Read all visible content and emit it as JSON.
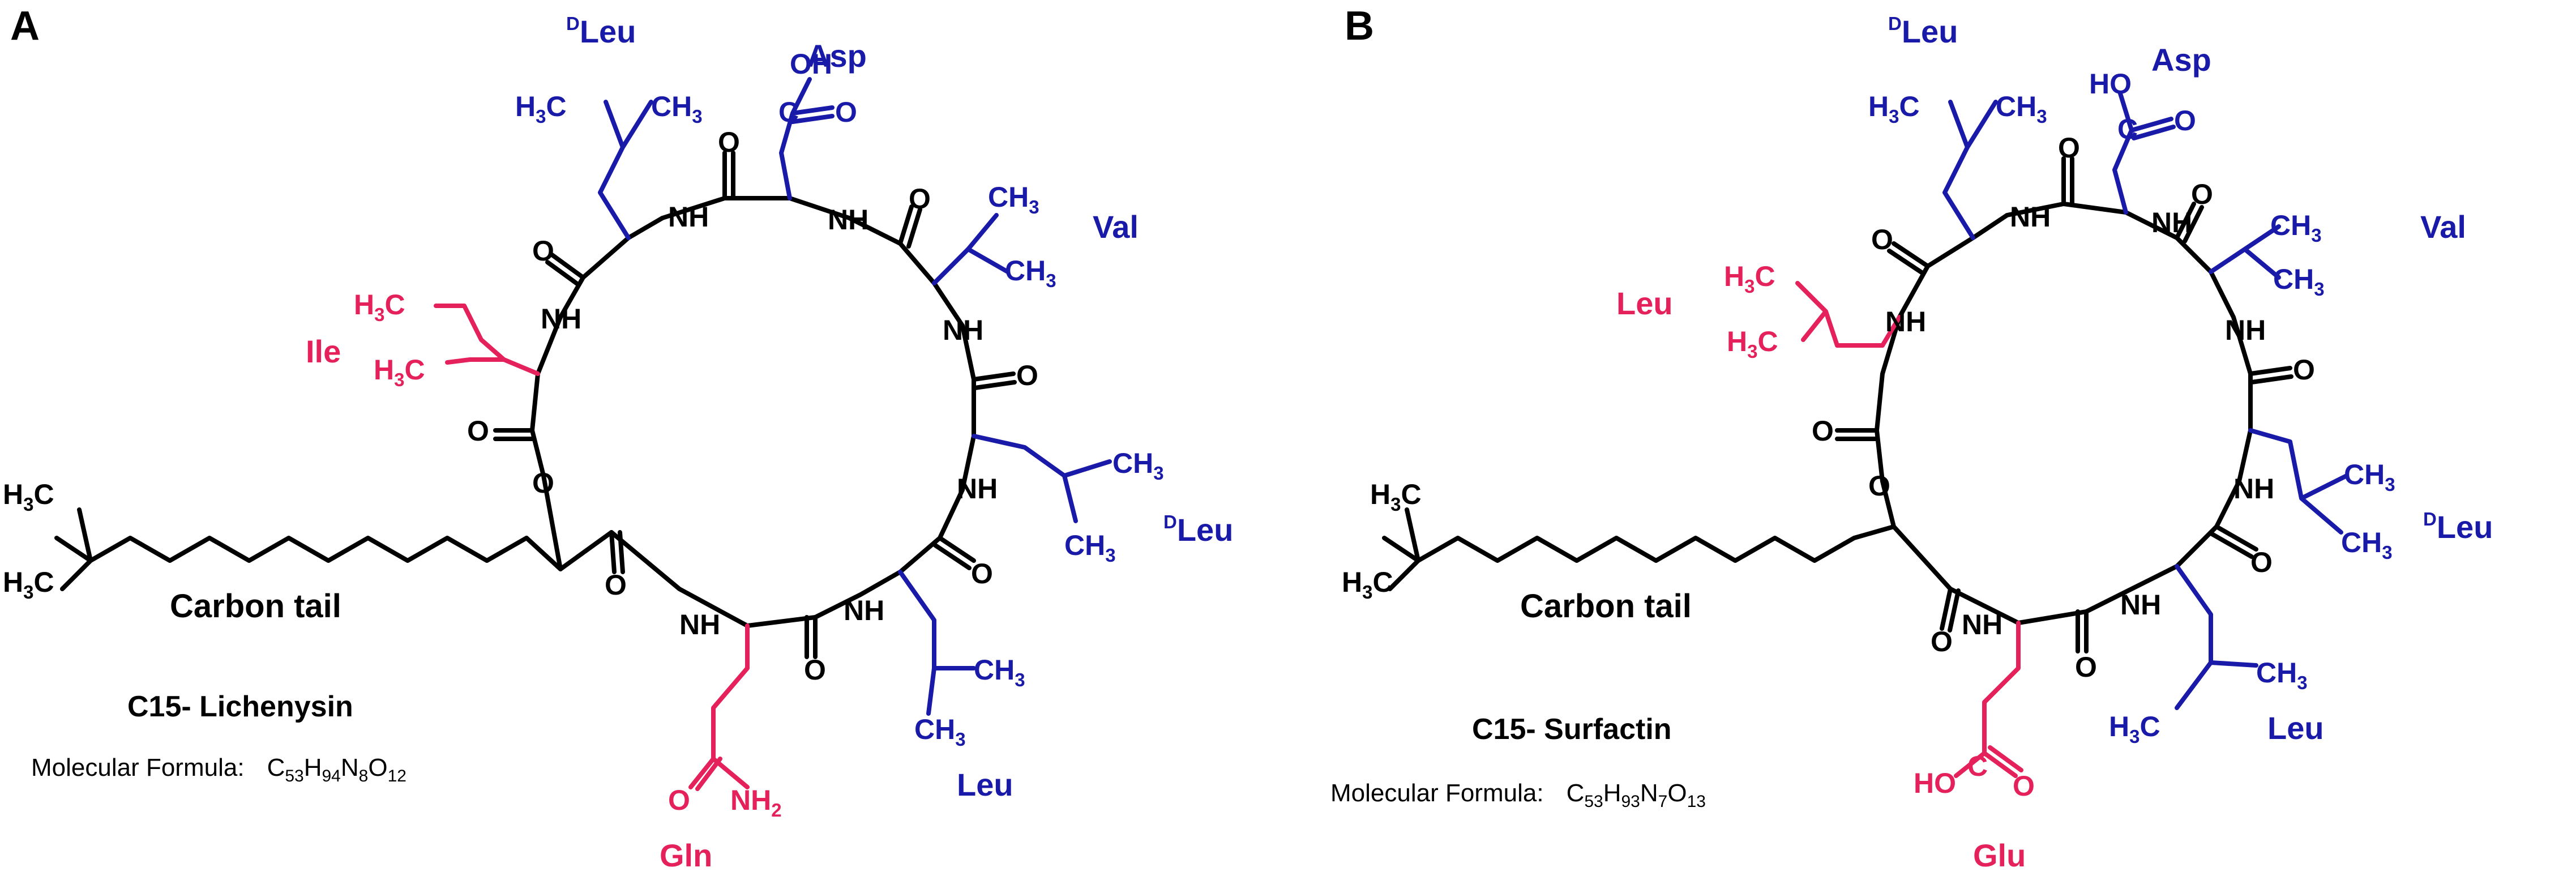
{
  "panels": [
    {
      "letter": "A",
      "name": "C15- Lichenysin",
      "formula_label": "Molecular Formula:",
      "formula": {
        "C": "53",
        "H": "94",
        "N": "8",
        "O": "12"
      },
      "tail_label": "Carbon tail",
      "residues": {
        "dleu1": {
          "sup": "D",
          "label": "Leu"
        },
        "asp": "Asp",
        "val": "Val",
        "dleu2": {
          "sup": "D",
          "label": "Leu"
        },
        "leu": "Leu",
        "gln": "Gln",
        "ile": "Ile"
      }
    },
    {
      "letter": "B",
      "name": "C15- Surfactin",
      "formula_label": "Molecular Formula:",
      "formula": {
        "C": "53",
        "H": "93",
        "N": "7",
        "O": "13"
      },
      "tail_label": "Carbon tail",
      "residues": {
        "dleu1": {
          "sup": "D",
          "label": "Leu"
        },
        "asp": "Asp",
        "val": "Val",
        "dleu2": {
          "sup": "D",
          "label": "Leu"
        },
        "leu": "Leu",
        "glu": "Glu",
        "leu_red": "Leu"
      }
    }
  ],
  "atoms": {
    "nh": "NH",
    "o": "O",
    "oh": "OH",
    "ho": "HO",
    "c": "C",
    "h": "H",
    "n": "N",
    "sub3": "3",
    "sub2": "2"
  },
  "colors": {
    "blue_residue": "#1a1aa8",
    "red_residue": "#e4215a",
    "backbone": "#000000"
  }
}
